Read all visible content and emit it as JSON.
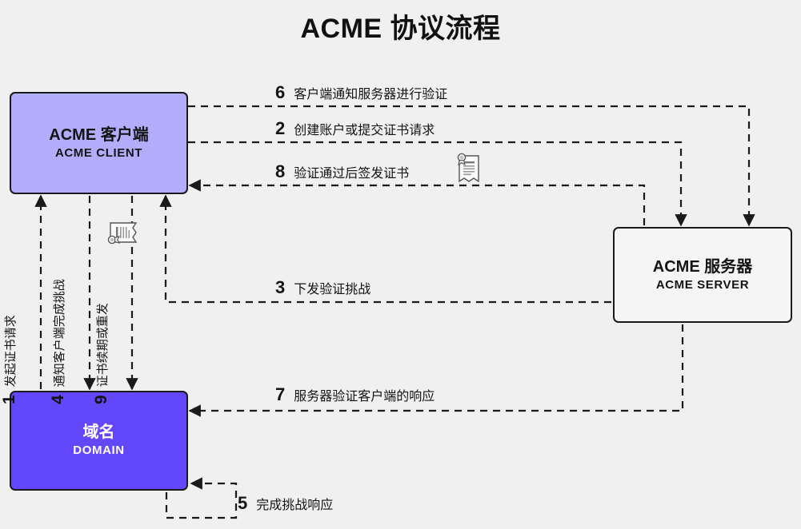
{
  "title": "ACME 协议流程",
  "colors": {
    "background": "#f0f0f0",
    "client_fill": "#b3adfb",
    "server_fill": "#f5f5f5",
    "domain_fill": "#6247fb",
    "stroke": "#1a1a1a",
    "text_dark": "#141414",
    "text_light": "#ffffff"
  },
  "nodes": {
    "client": {
      "cn": "ACME 客户端",
      "en": "ACME CLIENT"
    },
    "server": {
      "cn": "ACME 服务器",
      "en": "ACME SERVER"
    },
    "domain": {
      "cn": "域名",
      "en": "DOMAIN"
    }
  },
  "steps": [
    {
      "num": "1",
      "text": "发起证书请求",
      "orientation": "vertical",
      "from": "domain",
      "to": "client"
    },
    {
      "num": "2",
      "text": "创建账户或提交证书请求",
      "orientation": "horizontal",
      "from": "client",
      "to": "server"
    },
    {
      "num": "3",
      "text": "下发验证挑战",
      "orientation": "horizontal",
      "from": "server",
      "to": "client"
    },
    {
      "num": "4",
      "text": "通知客户端完成挑战",
      "orientation": "vertical",
      "from": "client",
      "to": "domain"
    },
    {
      "num": "5",
      "text": "完成挑战响应",
      "orientation": "loop",
      "from": "domain",
      "to": "domain"
    },
    {
      "num": "6",
      "text": "客户端通知服务器进行验证",
      "orientation": "horizontal",
      "from": "client",
      "to": "server"
    },
    {
      "num": "7",
      "text": "服务器验证客户端的响应",
      "orientation": "horizontal",
      "from": "server",
      "to": "domain"
    },
    {
      "num": "8",
      "text": "验证通过后签发证书",
      "orientation": "horizontal",
      "from": "server",
      "to": "client"
    },
    {
      "num": "9",
      "text": "证书续期或重发",
      "orientation": "vertical",
      "from": "client",
      "to": "domain"
    }
  ],
  "icons": {
    "certificate": "certificate-icon"
  }
}
